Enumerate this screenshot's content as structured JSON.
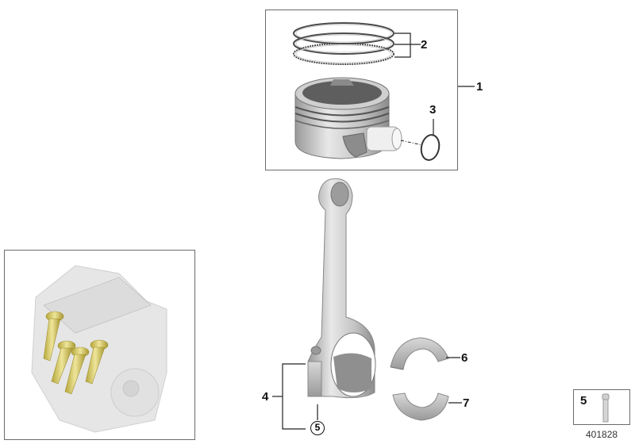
{
  "diagram": {
    "type": "parts-exploded-view",
    "subject": "Piston and connecting rod assembly",
    "callouts": [
      {
        "id": "1",
        "text": "1",
        "target": "piston-assembly"
      },
      {
        "id": "2",
        "text": "2",
        "target": "piston-rings"
      },
      {
        "id": "3",
        "text": "3",
        "target": "circlip"
      },
      {
        "id": "4",
        "text": "4",
        "target": "connecting-rod"
      },
      {
        "id": "5",
        "text": "5",
        "target": "connecting-rod-bolt",
        "circled": true
      },
      {
        "id": "6",
        "text": "6",
        "target": "upper-bearing-shell"
      },
      {
        "id": "7",
        "text": "7",
        "target": "lower-bearing-shell"
      }
    ],
    "inset_engine": {
      "highlight_color": "#d8c85a",
      "base_color": "#e6e6e6"
    },
    "bolt_inset": {
      "label": "5",
      "part_number": "401828"
    }
  },
  "colors": {
    "frame": "#6b6b6b",
    "metal_light": "#e2e2e2",
    "metal_mid": "#b9b9b9",
    "metal_dark": "#7d7d7d",
    "piston_crown": "#5e5e5e",
    "label": "#111111"
  }
}
